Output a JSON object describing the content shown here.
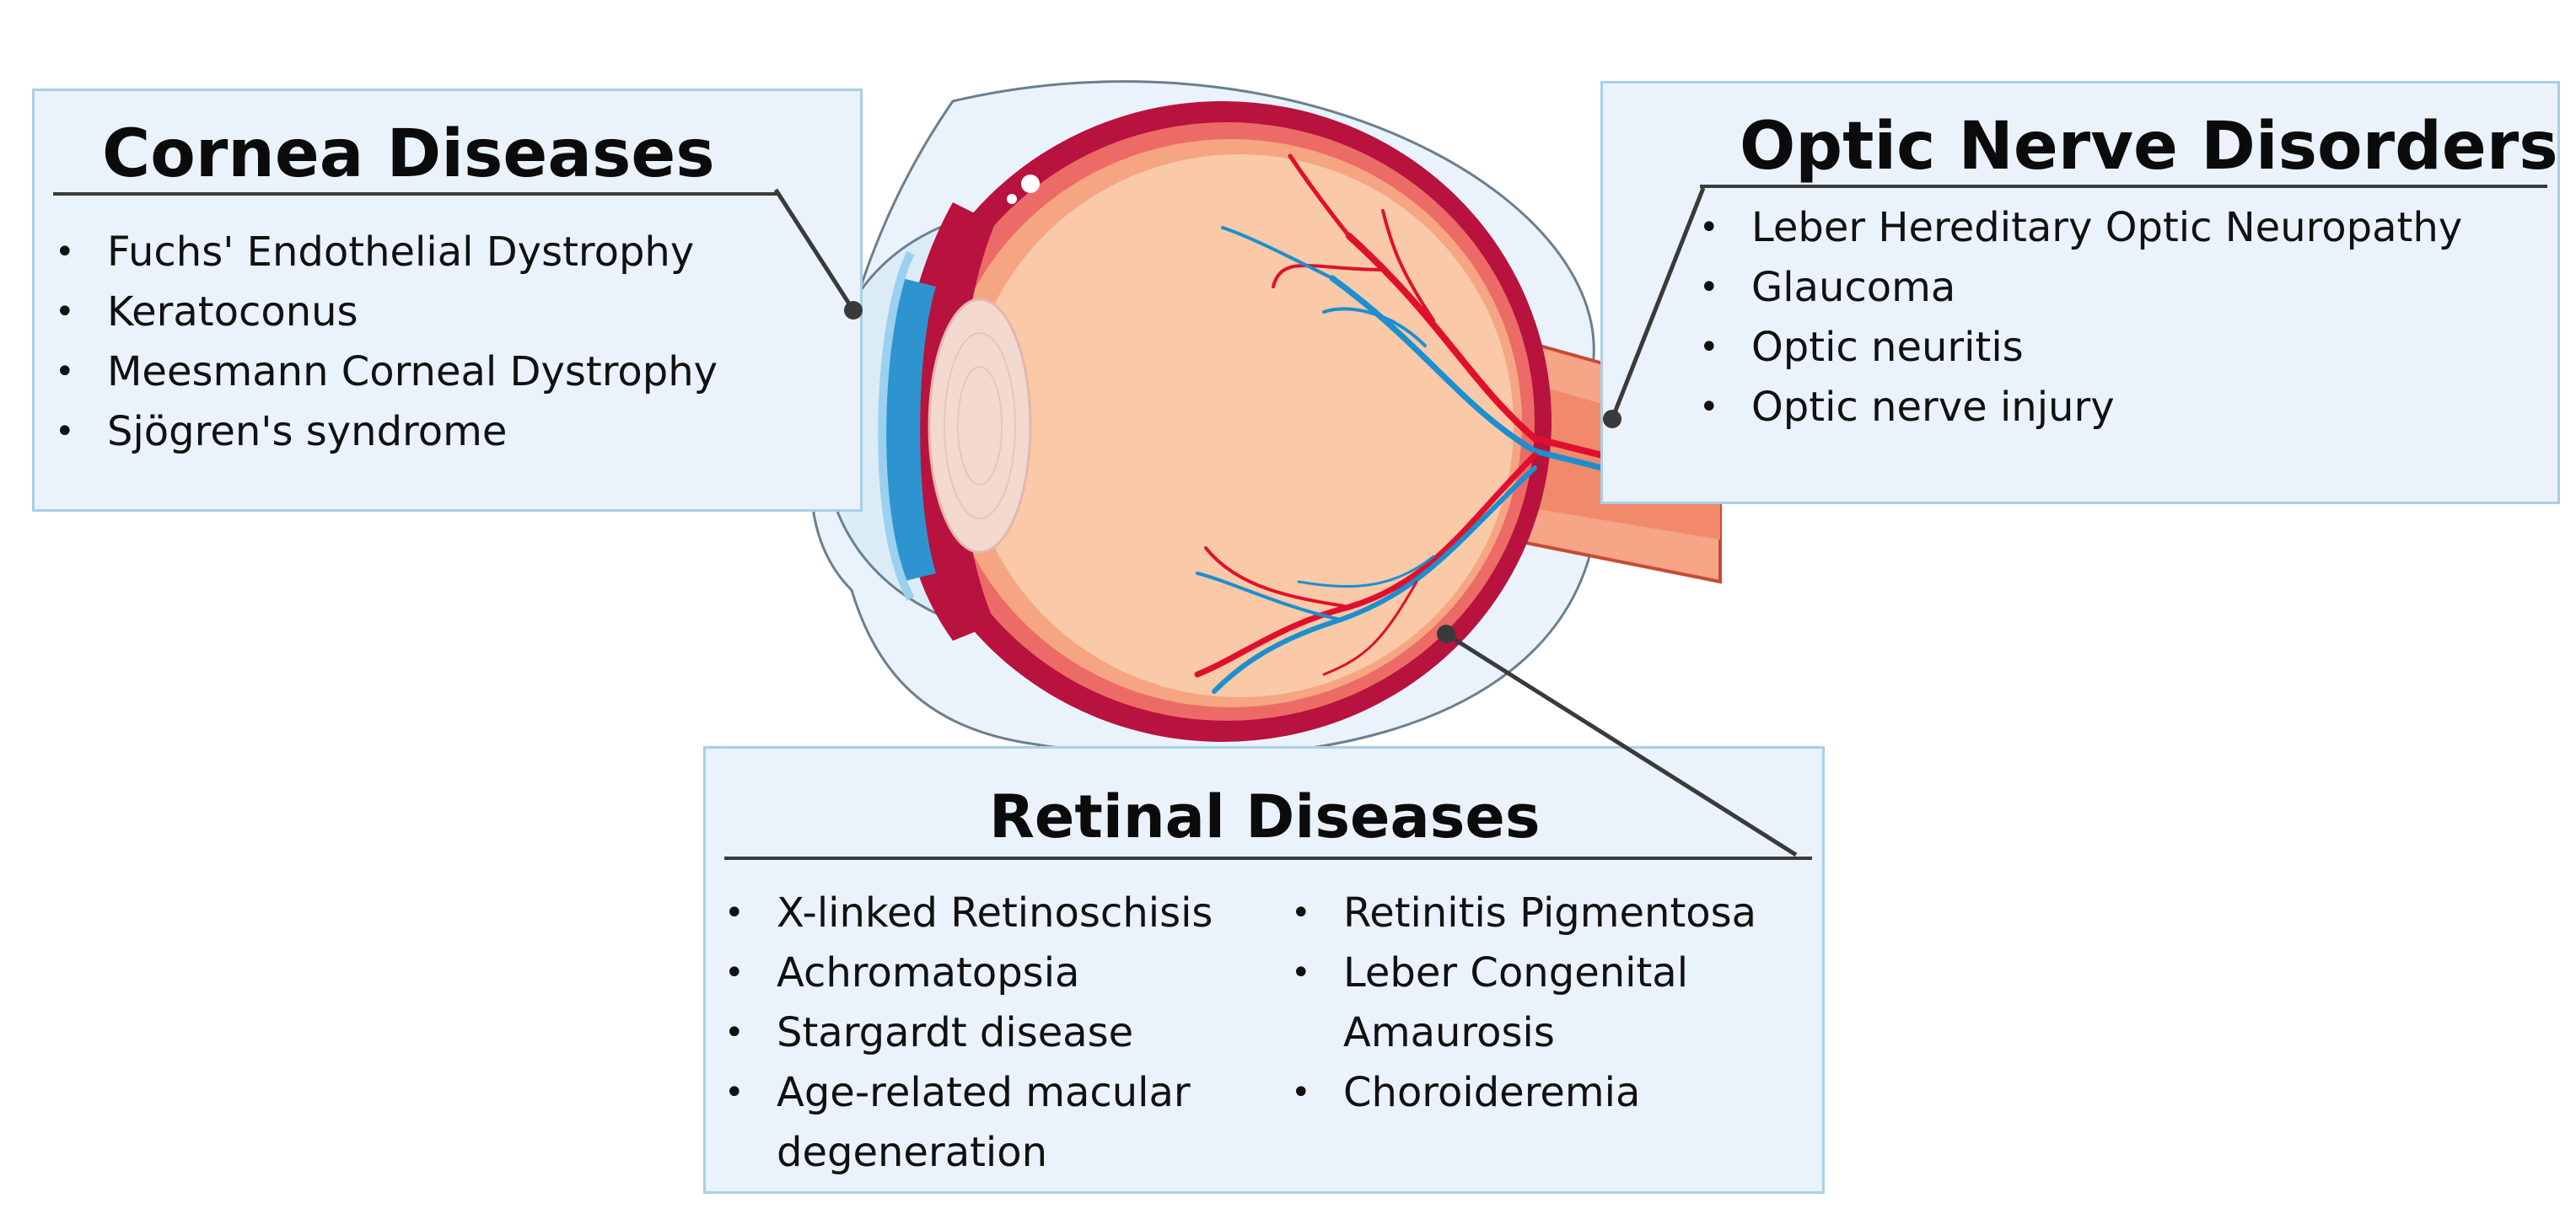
{
  "cornea": {
    "title": "Cornea Diseases",
    "items": [
      "Fuchs' Endothelial Dystrophy",
      "Keratoconus",
      "Meesmann Corneal Dystrophy",
      "Sjögren's syndrome"
    ]
  },
  "optic": {
    "title": "Optic Nerve Disorders",
    "items": [
      "Leber Hereditary Optic Neuropathy",
      "Glaucoma",
      "Optic neuritis",
      "Optic nerve injury"
    ]
  },
  "retinal": {
    "title": "Retinal Diseases",
    "left_items": [
      "X-linked Retinoschisis",
      "Achromatopsia",
      "Stargardt disease",
      "Age-related macular degeneration"
    ],
    "right_items": [
      "Retinitis Pigmentosa",
      "Leber Congenital Amaurosis",
      "Choroideremia"
    ]
  },
  "colors": {
    "box_fill": "#eaf3fb",
    "box_border": "#a9cfe8",
    "leader": "#3a3a3a",
    "sclera": "#b8123e",
    "vitreous": "#f9c9a8",
    "artery": "#e0102c",
    "vein": "#1b8fd0",
    "optic_nerve": "#f08a6a"
  }
}
